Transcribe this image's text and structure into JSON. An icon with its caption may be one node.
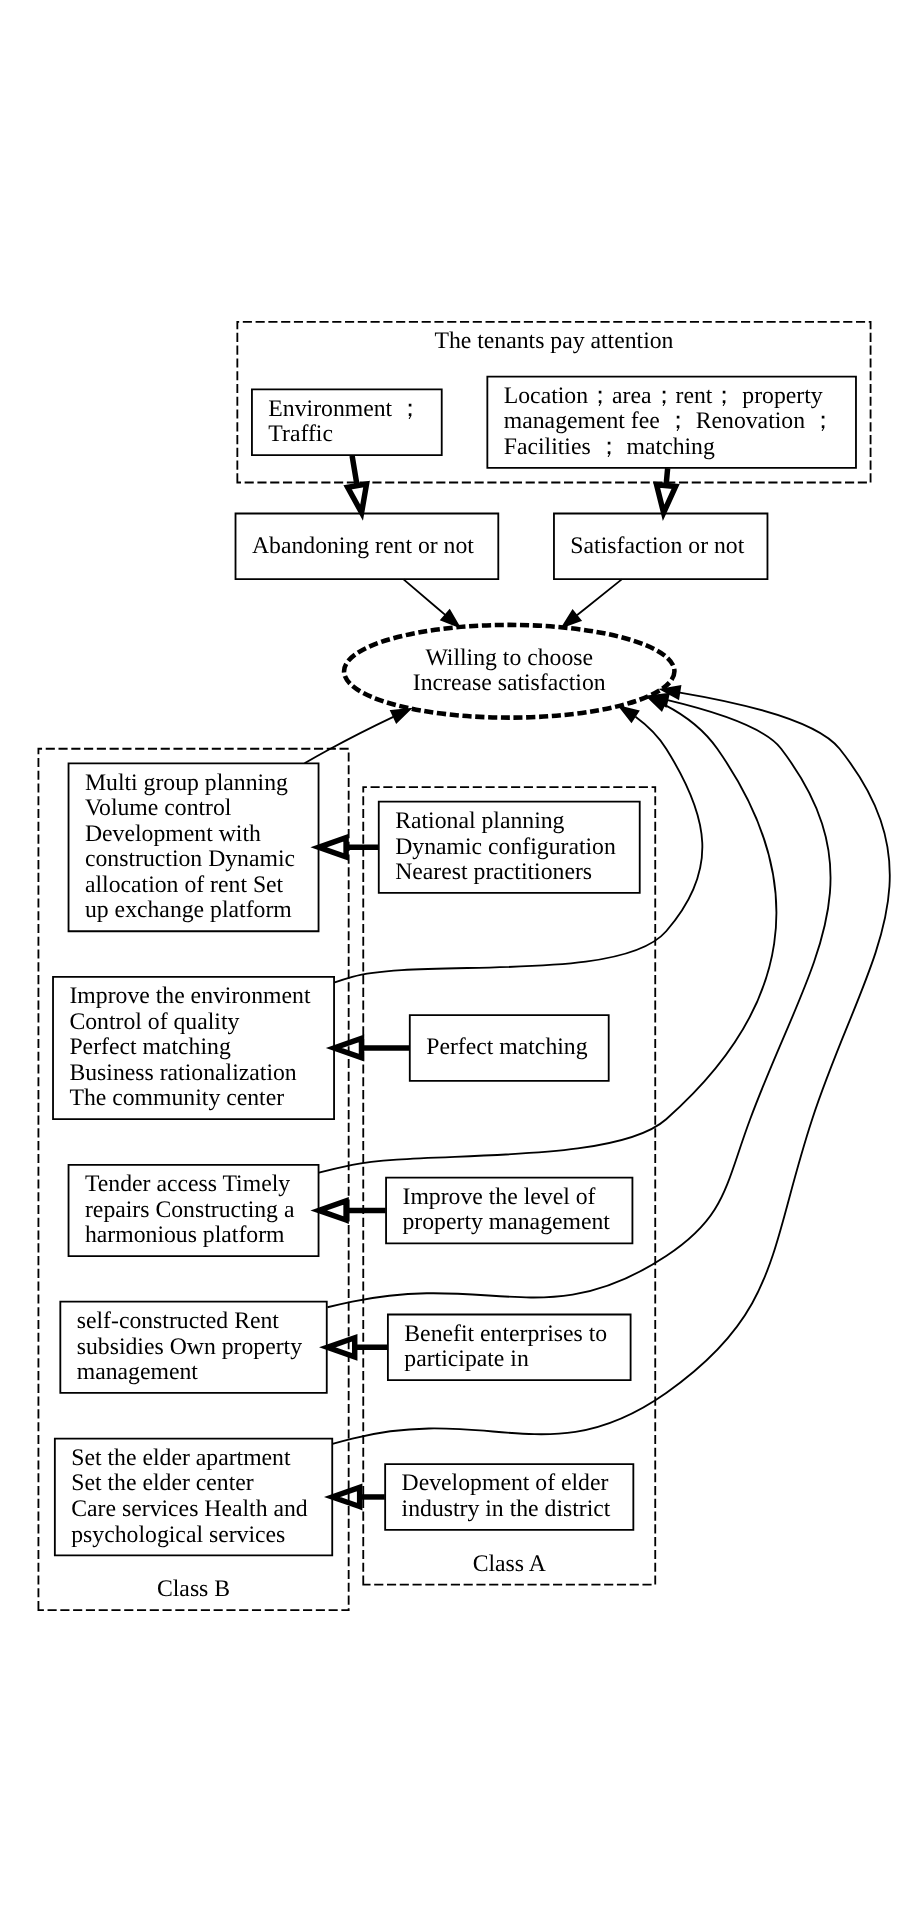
{
  "diagram": {
    "nodes": [
      {
        "text": [
          "The tenants pay attention"
        ]
      },
      {
        "text": [
          "Environment ； Traffic"
        ],
        "in": 0
      },
      {
        "text": [
          "Location；area；rent； property management fee ； Renovation ； Facilities ； matching"
        ],
        "in": 0
      },
      {
        "text": [
          "Abandoning rent or not"
        ]
      },
      {
        "text": [
          "Satisfaction or not"
        ]
      },
      {
        "text": [
          "Willing to choose Increase satisfaction"
        ]
      },
      {
        "text": [
          "Class B"
        ]
      },
      {
        "text": [
          "Multi group planning Volume control Development with construction Dynamic allocation of rent Set up exchange platform"
        ],
        "in": 6
      },
      {
        "text": [
          "Improve the environment Control of quality Perfect matching Business rationalization The community center"
        ],
        "in": 6
      },
      {
        "text": [
          "Tender access Timely repairs Constructing a harmonious platform"
        ],
        "in": 6
      },
      {
        "text": [
          "self-constructed Rent subsidies Own property management"
        ],
        "in": 6
      },
      {
        "text": [
          "Set the elder apartment Set the elder center Care services Health and psychological services"
        ],
        "in": 6
      },
      {
        "text": [
          "Class A"
        ]
      },
      {
        "text": [
          "Rational planning Dynamic configuration Nearest practitioners"
        ],
        "in": 12
      },
      {
        "text": [
          "Perfect matching"
        ],
        "in": 12
      },
      {
        "text": [
          "Improve the level of property management"
        ],
        "in": 12
      },
      {
        "text": [
          "Benefit enterprises to participate in"
        ],
        "in": 12
      },
      {
        "text": [
          "Development of elder industry in the district"
        ],
        "in": 12
      }
    ],
    "edges": [
      {
        "from": 1,
        "to": 3,
        "arrow": "to",
        "style": "thick"
      },
      {
        "from": 2,
        "to": 4,
        "arrow": "to",
        "style": "thick"
      },
      {
        "from": 3,
        "to": 5,
        "arrow": "to"
      },
      {
        "from": 4,
        "to": 5,
        "arrow": "to"
      },
      {
        "from": 7,
        "to": 5,
        "arrow": "to"
      },
      {
        "from": 8,
        "to": 5,
        "arrow": "to"
      },
      {
        "from": 9,
        "to": 5,
        "arrow": "to"
      },
      {
        "from": 10,
        "to": 5,
        "arrow": "to"
      },
      {
        "from": 11,
        "to": 5,
        "arrow": "to"
      },
      {
        "from": 13,
        "to": 7,
        "arrow": "to",
        "style": "thick"
      },
      {
        "from": 14,
        "to": 8,
        "arrow": "to",
        "style": "thick"
      },
      {
        "from": 15,
        "to": 9,
        "arrow": "to",
        "style": "thick"
      },
      {
        "from": 16,
        "to": 10,
        "arrow": "to",
        "style": "thick"
      },
      {
        "from": 17,
        "to": 11,
        "arrow": "to",
        "style": "thick"
      }
    ]
  }
}
